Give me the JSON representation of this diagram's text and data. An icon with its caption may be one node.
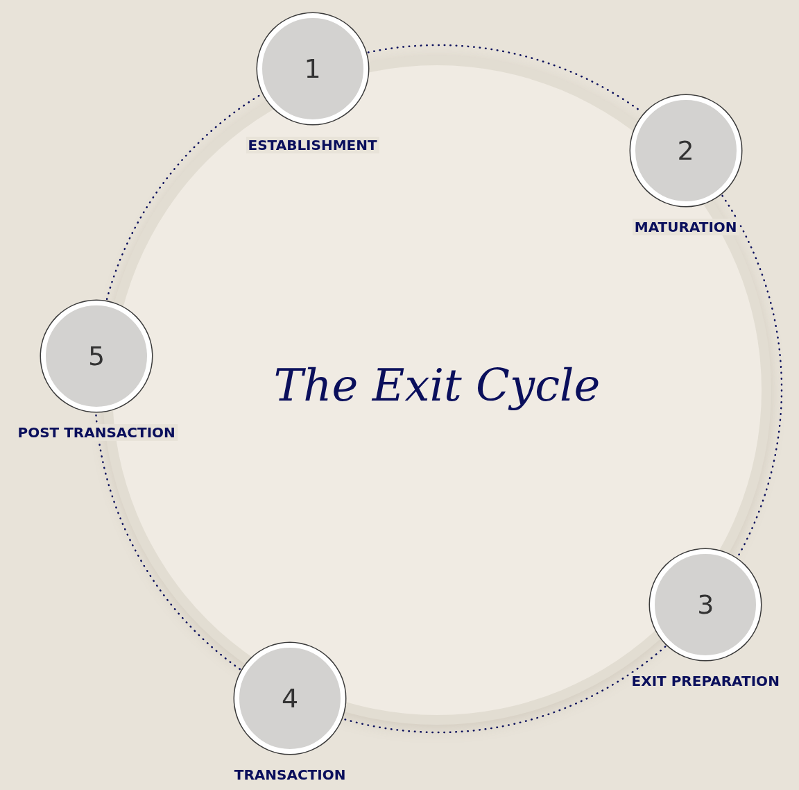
{
  "diagram": {
    "title": "The Exit Cycle",
    "nodes": [
      {
        "text": [
          "1"
        ],
        "beside": [
          "ESTABLISHMENT"
        ]
      },
      {
        "text": [
          "2"
        ],
        "beside": [
          "MATURATION"
        ]
      },
      {
        "text": [
          "3"
        ],
        "beside": [
          "EXIT PREPARATION"
        ]
      },
      {
        "text": [
          "4"
        ],
        "beside": [
          "TRANSACTION"
        ]
      },
      {
        "text": [
          "5"
        ],
        "beside": [
          "POST TRANSACTION"
        ]
      }
    ],
    "edges": [
      {
        "from": 0,
        "to": 1,
        "arrow": "none",
        "style": "dashed"
      },
      {
        "from": 1,
        "to": 2,
        "arrow": "none",
        "style": "dashed"
      },
      {
        "from": 2,
        "to": 3,
        "arrow": "none",
        "style": "dashed"
      },
      {
        "from": 3,
        "to": 4,
        "arrow": "none",
        "style": "dashed"
      },
      {
        "from": 4,
        "to": 0,
        "arrow": "none",
        "style": "dashed"
      }
    ]
  }
}
